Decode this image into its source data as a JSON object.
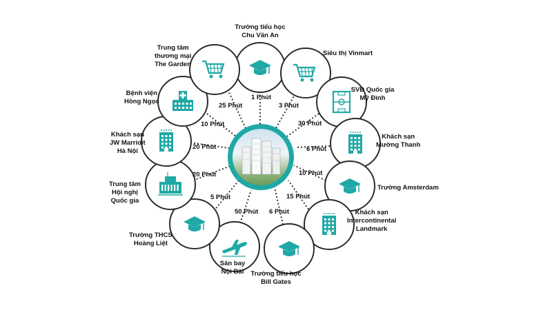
{
  "center": {
    "icon": "apartment-towers-photo"
  },
  "colors": {
    "teal": "#1fa8a6",
    "dotted_line": "#333333"
  },
  "destinations": [
    {
      "name": "Trường tiểu học\nChu Văn An",
      "time": "1 Phút",
      "icon": "graduation-cap-icon"
    },
    {
      "name": "Siêu thị Vinmart",
      "time": "3 Phút",
      "icon": "shopping-cart-icon"
    },
    {
      "name": "SVĐ Quốc gia\nMỹ Đình",
      "time": "30 Phút",
      "icon": "stadium-icon"
    },
    {
      "name": "Khách sạn\nMường Thanh",
      "time": "6 Phút",
      "icon": "hotel-building-icon"
    },
    {
      "name": "Trường Amsterdam",
      "time": "10 Phút",
      "icon": "graduation-cap-icon"
    },
    {
      "name": "Khách sạn\nIntercontinental\nLandmark",
      "time": "15 Phút",
      "icon": "hotel-building-icon"
    },
    {
      "name": "Trường tiểu học\nBill Gates",
      "time": "6 Phút",
      "icon": "graduation-cap-icon"
    },
    {
      "name": "Sân bay\nNội Bài",
      "time": "50 Phút",
      "icon": "airplane-icon"
    },
    {
      "name": "Trường THCS\nHoàng Liệt",
      "time": "5 Phút",
      "icon": "graduation-cap-icon"
    },
    {
      "name": "Trung tâm\nHội nghị\nQuốc gia",
      "time": "20 Phút",
      "icon": "convention-center-icon"
    },
    {
      "name": "Khách sạn\nJW Marrioit\nHà Nội",
      "time": "20 Phút",
      "icon": "hotel-building-icon"
    },
    {
      "name": "Bệnh viện\nHồng Ngọc",
      "time": "10 Phút",
      "icon": "hospital-icon"
    },
    {
      "name": "Trung tâm\nthương mại\nThe Garden",
      "time": "25 Phút",
      "icon": "shopping-cart-icon"
    }
  ]
}
